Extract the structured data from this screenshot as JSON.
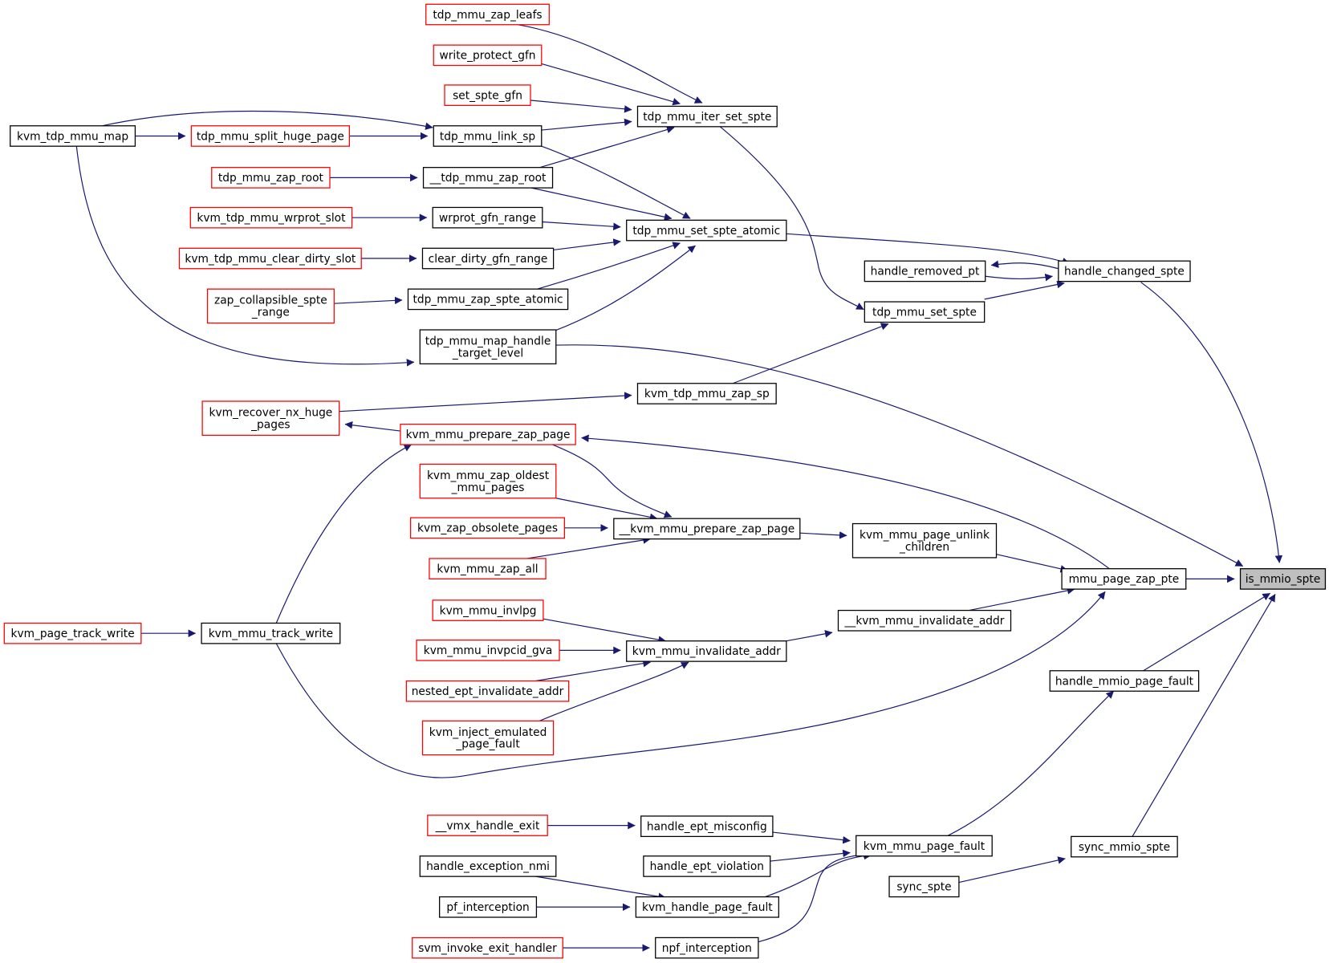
{
  "graph": {
    "colors": {
      "edge": "#191970",
      "documented_border": "#000000",
      "undocumented_border": "#ff0000",
      "focus_fill": "#bfbfbf"
    },
    "nodes": [
      {
        "id": "is_mmio_spte",
        "lines": [
          "is_mmio_spte"
        ],
        "kind": "focus"
      },
      {
        "id": "handle_changed_spte",
        "lines": [
          "handle_changed_spte"
        ],
        "kind": "doc"
      },
      {
        "id": "mmu_page_zap_pte",
        "lines": [
          "mmu_page_zap_pte"
        ],
        "kind": "doc"
      },
      {
        "id": "handle_mmio_page_fault",
        "lines": [
          "handle_mmio_page_fault"
        ],
        "kind": "doc"
      },
      {
        "id": "sync_mmio_spte",
        "lines": [
          "sync_mmio_spte"
        ],
        "kind": "doc"
      },
      {
        "id": "handle_removed_pt",
        "lines": [
          "handle_removed_pt"
        ],
        "kind": "doc"
      },
      {
        "id": "tdp_mmu_set_spte",
        "lines": [
          "tdp_mmu_set_spte"
        ],
        "kind": "doc"
      },
      {
        "id": "tdp_mmu_set_spte_atomic",
        "lines": [
          "tdp_mmu_set_spte_atomic"
        ],
        "kind": "doc"
      },
      {
        "id": "tdp_mmu_iter_set_spte",
        "lines": [
          "tdp_mmu_iter_set_spte"
        ],
        "kind": "doc"
      },
      {
        "id": "kvm_tdp_mmu_zap_sp",
        "lines": [
          "kvm_tdp_mmu_zap_sp"
        ],
        "kind": "doc"
      },
      {
        "id": "kvm_mmu_page_unlink_children",
        "lines": [
          "kvm_mmu_page_unlink",
          "_children"
        ],
        "kind": "doc"
      },
      {
        "id": "__kvm_mmu_invalidate_addr",
        "lines": [
          "__kvm_mmu_invalidate_addr"
        ],
        "kind": "doc"
      },
      {
        "id": "kvm_mmu_track_write",
        "lines": [
          "kvm_mmu_track_write"
        ],
        "kind": "doc"
      },
      {
        "id": "kvm_mmu_page_fault",
        "lines": [
          "kvm_mmu_page_fault"
        ],
        "kind": "doc"
      },
      {
        "id": "sync_spte",
        "lines": [
          "sync_spte"
        ],
        "kind": "doc"
      },
      {
        "id": "tdp_mmu_zap_leafs",
        "lines": [
          "tdp_mmu_zap_leafs"
        ],
        "kind": "undoc"
      },
      {
        "id": "write_protect_gfn",
        "lines": [
          "write_protect_gfn"
        ],
        "kind": "undoc"
      },
      {
        "id": "set_spte_gfn",
        "lines": [
          "set_spte_gfn"
        ],
        "kind": "undoc"
      },
      {
        "id": "tdp_mmu_link_sp",
        "lines": [
          "tdp_mmu_link_sp"
        ],
        "kind": "doc"
      },
      {
        "id": "__tdp_mmu_zap_root",
        "lines": [
          "__tdp_mmu_zap_root"
        ],
        "kind": "doc"
      },
      {
        "id": "wrprot_gfn_range",
        "lines": [
          "wrprot_gfn_range"
        ],
        "kind": "doc"
      },
      {
        "id": "clear_dirty_gfn_range",
        "lines": [
          "clear_dirty_gfn_range"
        ],
        "kind": "doc"
      },
      {
        "id": "tdp_mmu_zap_spte_atomic",
        "lines": [
          "tdp_mmu_zap_spte_atomic"
        ],
        "kind": "doc"
      },
      {
        "id": "tdp_mmu_map_handle_target_level",
        "lines": [
          "tdp_mmu_map_handle",
          "_target_level"
        ],
        "kind": "doc"
      },
      {
        "id": "kvm_mmu_prepare_zap_page",
        "lines": [
          "kvm_mmu_prepare_zap_page"
        ],
        "kind": "undoc"
      },
      {
        "id": "__kvm_mmu_prepare_zap_page",
        "lines": [
          "__kvm_mmu_prepare_zap_page"
        ],
        "kind": "doc"
      },
      {
        "id": "kvm_mmu_invalidate_addr",
        "lines": [
          "kvm_mmu_invalidate_addr"
        ],
        "kind": "doc"
      },
      {
        "id": "handle_ept_misconfig",
        "lines": [
          "handle_ept_misconfig"
        ],
        "kind": "doc"
      },
      {
        "id": "handle_ept_violation",
        "lines": [
          "handle_ept_violation"
        ],
        "kind": "doc"
      },
      {
        "id": "kvm_handle_page_fault",
        "lines": [
          "kvm_handle_page_fault"
        ],
        "kind": "doc"
      },
      {
        "id": "npf_interception",
        "lines": [
          "npf_interception"
        ],
        "kind": "doc"
      },
      {
        "id": "kvm_tdp_mmu_map",
        "lines": [
          "kvm_tdp_mmu_map"
        ],
        "kind": "doc"
      },
      {
        "id": "tdp_mmu_split_huge_page",
        "lines": [
          "tdp_mmu_split_huge_page"
        ],
        "kind": "undoc"
      },
      {
        "id": "tdp_mmu_zap_root",
        "lines": [
          "tdp_mmu_zap_root"
        ],
        "kind": "undoc"
      },
      {
        "id": "kvm_tdp_mmu_wrprot_slot",
        "lines": [
          "kvm_tdp_mmu_wrprot_slot"
        ],
        "kind": "undoc"
      },
      {
        "id": "kvm_tdp_mmu_clear_dirty_slot",
        "lines": [
          "kvm_tdp_mmu_clear_dirty_slot"
        ],
        "kind": "undoc"
      },
      {
        "id": "zap_collapsible_spte_range",
        "lines": [
          "zap_collapsible_spte",
          "_range"
        ],
        "kind": "undoc"
      },
      {
        "id": "kvm_recover_nx_huge_pages",
        "lines": [
          "kvm_recover_nx_huge",
          "_pages"
        ],
        "kind": "undoc"
      },
      {
        "id": "kvm_mmu_zap_oldest_mmu_pages",
        "lines": [
          "kvm_mmu_zap_oldest",
          "_mmu_pages"
        ],
        "kind": "undoc"
      },
      {
        "id": "kvm_zap_obsolete_pages",
        "lines": [
          "kvm_zap_obsolete_pages"
        ],
        "kind": "undoc"
      },
      {
        "id": "kvm_mmu_zap_all",
        "lines": [
          "kvm_mmu_zap_all"
        ],
        "kind": "undoc"
      },
      {
        "id": "kvm_mmu_invlpg",
        "lines": [
          "kvm_mmu_invlpg"
        ],
        "kind": "undoc"
      },
      {
        "id": "kvm_mmu_invpcid_gva",
        "lines": [
          "kvm_mmu_invpcid_gva"
        ],
        "kind": "undoc"
      },
      {
        "id": "nested_ept_invalidate_addr",
        "lines": [
          "nested_ept_invalidate_addr"
        ],
        "kind": "undoc"
      },
      {
        "id": "kvm_inject_emulated_page_fault",
        "lines": [
          "kvm_inject_emulated",
          "_page_fault"
        ],
        "kind": "undoc"
      },
      {
        "id": "kvm_page_track_write",
        "lines": [
          "kvm_page_track_write"
        ],
        "kind": "undoc"
      },
      {
        "id": "__vmx_handle_exit",
        "lines": [
          "__vmx_handle_exit"
        ],
        "kind": "undoc"
      },
      {
        "id": "handle_exception_nmi",
        "lines": [
          "handle_exception_nmi"
        ],
        "kind": "doc"
      },
      {
        "id": "pf_interception",
        "lines": [
          "pf_interception"
        ],
        "kind": "doc"
      },
      {
        "id": "svm_invoke_exit_handler",
        "lines": [
          "svm_invoke_exit_handler"
        ],
        "kind": "undoc"
      }
    ],
    "edges": [
      {
        "from": "handle_changed_spte",
        "to": "is_mmio_spte"
      },
      {
        "from": "mmu_page_zap_pte",
        "to": "is_mmio_spte"
      },
      {
        "from": "handle_mmio_page_fault",
        "to": "is_mmio_spte"
      },
      {
        "from": "sync_mmio_spte",
        "to": "is_mmio_spte"
      },
      {
        "from": "tdp_mmu_map_handle_target_level",
        "to": "is_mmio_spte"
      },
      {
        "from": "handle_changed_spte",
        "to": "handle_removed_pt"
      },
      {
        "from": "handle_removed_pt",
        "to": "handle_changed_spte"
      },
      {
        "from": "tdp_mmu_set_spte",
        "to": "handle_changed_spte"
      },
      {
        "from": "tdp_mmu_set_spte_atomic",
        "to": "handle_changed_spte"
      },
      {
        "from": "tdp_mmu_iter_set_spte",
        "to": "tdp_mmu_set_spte"
      },
      {
        "from": "kvm_tdp_mmu_zap_sp",
        "to": "tdp_mmu_set_spte"
      },
      {
        "from": "tdp_mmu_zap_leafs",
        "to": "tdp_mmu_iter_set_spte"
      },
      {
        "from": "write_protect_gfn",
        "to": "tdp_mmu_iter_set_spte"
      },
      {
        "from": "set_spte_gfn",
        "to": "tdp_mmu_iter_set_spte"
      },
      {
        "from": "tdp_mmu_link_sp",
        "to": "tdp_mmu_iter_set_spte"
      },
      {
        "from": "__tdp_mmu_zap_root",
        "to": "tdp_mmu_iter_set_spte"
      },
      {
        "from": "tdp_mmu_link_sp",
        "to": "tdp_mmu_set_spte_atomic"
      },
      {
        "from": "__tdp_mmu_zap_root",
        "to": "tdp_mmu_set_spte_atomic"
      },
      {
        "from": "wrprot_gfn_range",
        "to": "tdp_mmu_set_spte_atomic"
      },
      {
        "from": "clear_dirty_gfn_range",
        "to": "tdp_mmu_set_spte_atomic"
      },
      {
        "from": "tdp_mmu_zap_spte_atomic",
        "to": "tdp_mmu_set_spte_atomic"
      },
      {
        "from": "tdp_mmu_map_handle_target_level",
        "to": "tdp_mmu_set_spte_atomic"
      },
      {
        "from": "kvm_tdp_mmu_map",
        "to": "tdp_mmu_split_huge_page"
      },
      {
        "from": "tdp_mmu_split_huge_page",
        "to": "tdp_mmu_link_sp"
      },
      {
        "from": "kvm_tdp_mmu_map",
        "to": "tdp_mmu_link_sp"
      },
      {
        "from": "kvm_tdp_mmu_map",
        "to": "tdp_mmu_map_handle_target_level"
      },
      {
        "from": "tdp_mmu_zap_root",
        "to": "__tdp_mmu_zap_root"
      },
      {
        "from": "kvm_tdp_mmu_wrprot_slot",
        "to": "wrprot_gfn_range"
      },
      {
        "from": "kvm_tdp_mmu_clear_dirty_slot",
        "to": "clear_dirty_gfn_range"
      },
      {
        "from": "zap_collapsible_spte_range",
        "to": "tdp_mmu_zap_spte_atomic"
      },
      {
        "from": "kvm_recover_nx_huge_pages",
        "to": "kvm_tdp_mmu_zap_sp"
      },
      {
        "from": "kvm_mmu_prepare_zap_page",
        "to": "kvm_recover_nx_huge_pages"
      },
      {
        "from": "kvm_mmu_track_write",
        "to": "kvm_mmu_prepare_zap_page"
      },
      {
        "from": "mmu_page_zap_pte",
        "to": "kvm_mmu_prepare_zap_page"
      },
      {
        "from": "kvm_mmu_prepare_zap_page",
        "to": "__kvm_mmu_prepare_zap_page"
      },
      {
        "from": "kvm_mmu_zap_oldest_mmu_pages",
        "to": "__kvm_mmu_prepare_zap_page"
      },
      {
        "from": "kvm_zap_obsolete_pages",
        "to": "__kvm_mmu_prepare_zap_page"
      },
      {
        "from": "kvm_mmu_zap_all",
        "to": "__kvm_mmu_prepare_zap_page"
      },
      {
        "from": "__kvm_mmu_prepare_zap_page",
        "to": "kvm_mmu_page_unlink_children"
      },
      {
        "from": "kvm_mmu_page_unlink_children",
        "to": "mmu_page_zap_pte"
      },
      {
        "from": "__kvm_mmu_invalidate_addr",
        "to": "mmu_page_zap_pte"
      },
      {
        "from": "kvm_mmu_track_write",
        "to": "mmu_page_zap_pte"
      },
      {
        "from": "kvm_mmu_invalidate_addr",
        "to": "__kvm_mmu_invalidate_addr"
      },
      {
        "from": "kvm_mmu_invlpg",
        "to": "kvm_mmu_invalidate_addr"
      },
      {
        "from": "kvm_mmu_invpcid_gva",
        "to": "kvm_mmu_invalidate_addr"
      },
      {
        "from": "nested_ept_invalidate_addr",
        "to": "kvm_mmu_invalidate_addr"
      },
      {
        "from": "kvm_inject_emulated_page_fault",
        "to": "kvm_mmu_invalidate_addr"
      },
      {
        "from": "kvm_page_track_write",
        "to": "kvm_mmu_track_write"
      },
      {
        "from": "kvm_mmu_page_fault",
        "to": "handle_mmio_page_fault"
      },
      {
        "from": "sync_spte",
        "to": "sync_mmio_spte"
      },
      {
        "from": "handle_ept_misconfig",
        "to": "kvm_mmu_page_fault"
      },
      {
        "from": "handle_ept_violation",
        "to": "kvm_mmu_page_fault"
      },
      {
        "from": "kvm_handle_page_fault",
        "to": "kvm_mmu_page_fault"
      },
      {
        "from": "npf_interception",
        "to": "kvm_mmu_page_fault"
      },
      {
        "from": "__vmx_handle_exit",
        "to": "handle_ept_misconfig"
      },
      {
        "from": "handle_exception_nmi",
        "to": "kvm_handle_page_fault"
      },
      {
        "from": "pf_interception",
        "to": "kvm_handle_page_fault"
      },
      {
        "from": "svm_invoke_exit_handler",
        "to": "npf_interception"
      }
    ]
  }
}
